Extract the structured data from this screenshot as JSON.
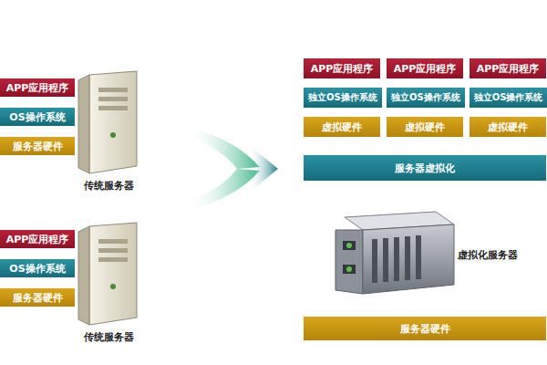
{
  "diagram": {
    "nodes": [
      {
        "text": [
          "APP应用程序"
        ]
      },
      {
        "text": [
          "OS操作系统"
        ]
      },
      {
        "text": [
          "服务器硬件"
        ]
      },
      {
        "text": [
          "APP应用程序"
        ]
      },
      {
        "text": [
          "OS操作系统"
        ]
      },
      {
        "text": [
          "服务器硬件"
        ]
      },
      {
        "text": [
          "APP应用程序"
        ]
      },
      {
        "text": [
          "APP应用程序"
        ]
      },
      {
        "text": [
          "APP应用程序"
        ]
      },
      {
        "text": [
          "独立OS操作系统"
        ]
      },
      {
        "text": [
          "独立OS操作系统"
        ]
      },
      {
        "text": [
          "独立OS操作系统"
        ]
      },
      {
        "text": [
          "虚拟硬件"
        ]
      },
      {
        "text": [
          "虚拟硬件"
        ]
      },
      {
        "text": [
          "虚拟硬件"
        ]
      },
      {
        "text": [
          "服务器虚拟化"
        ]
      },
      {
        "text": [
          "服务器硬件"
        ]
      }
    ],
    "labels": [
      "传统服务器",
      "传统服务器",
      "虚拟化服务器"
    ]
  }
}
